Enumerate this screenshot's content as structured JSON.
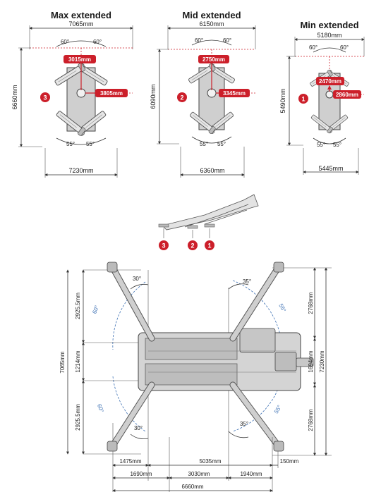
{
  "colors": {
    "accent_red": "#cc1f2a",
    "angle_blue": "#3b6fb3",
    "line": "#333333",
    "machine_fill": "#cfcfcf"
  },
  "configs": [
    {
      "title": "Max extended",
      "number": "3",
      "top_width": "7065mm",
      "bottom_width": "7230mm",
      "height": "6660mm",
      "center_front": "3015mm",
      "center_side": "3805mm",
      "top_angle_left": "60°",
      "top_angle_right": "60°",
      "bottom_angle_left": "55°",
      "bottom_angle_right": "55°"
    },
    {
      "title": "Mid extended",
      "number": "2",
      "top_width": "6150mm",
      "bottom_width": "6360mm",
      "height": "6090mm",
      "center_front": "2750mm",
      "center_side": "3345mm",
      "top_angle_left": "60°",
      "top_angle_right": "60°",
      "bottom_angle_left": "55°",
      "bottom_angle_right": "55°"
    },
    {
      "title": "Min extended",
      "number": "1",
      "top_width": "5180mm",
      "bottom_width": "5445mm",
      "height": "5490mm",
      "center_front": "2470mm",
      "center_side": "2860mm",
      "top_angle_left": "60°",
      "top_angle_right": "60°",
      "bottom_angle_left": "55°",
      "bottom_angle_right": "55°"
    }
  ],
  "side_view": {
    "markers": [
      "3",
      "2",
      "1"
    ]
  },
  "plan_view": {
    "left_height": "7065mm",
    "left_upper": "2925.5mm",
    "left_middle": "1214mm",
    "left_lower": "2925.5mm",
    "right_upper": "2768mm",
    "right_middle": "1694mm",
    "right_lower": "2768mm",
    "right_total": "7230mm",
    "angle_top_left": "30°",
    "angle_bottom_left": "30°",
    "angle_top_right": "35°",
    "angle_bottom_right": "35°",
    "swing_left_upper": "60°",
    "swing_left_lower": "60°",
    "swing_right_upper": "55°",
    "swing_right_lower": "55°",
    "bottom_row1": [
      "1475mm",
      "5035mm",
      "150mm"
    ],
    "bottom_row2": [
      "1690mm",
      "3030mm",
      "1940mm"
    ],
    "bottom_total": "6660mm"
  }
}
